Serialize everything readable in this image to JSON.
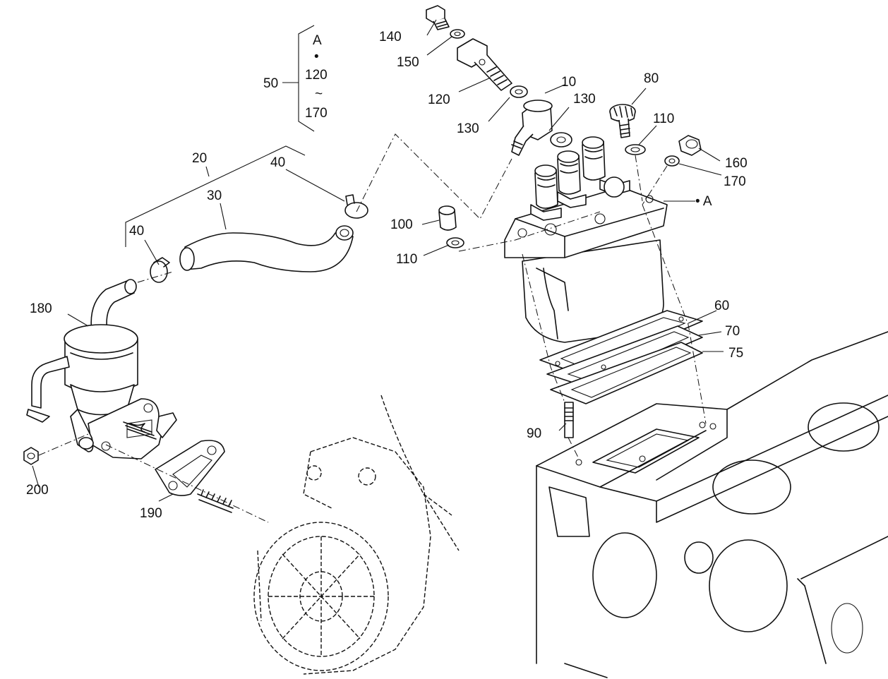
{
  "callouts": {
    "c10": "10",
    "c20": "20",
    "c30": "30",
    "c40a": "40",
    "c40b": "40",
    "c50": "50",
    "c60": "60",
    "c70": "70",
    "c75": "75",
    "c80": "80",
    "c90": "90",
    "c100": "100",
    "c110a": "110",
    "c110b": "110",
    "c120": "120",
    "c130a": "130",
    "c130b": "130",
    "c140": "140",
    "c150": "150",
    "c160": "160",
    "c170": "170",
    "c180": "180",
    "c190": "190",
    "c200": "200"
  },
  "kit_group": {
    "ref": "A",
    "dot": "•",
    "from": "120",
    "range": "~",
    "to": "170"
  },
  "ref_mark": "• A"
}
